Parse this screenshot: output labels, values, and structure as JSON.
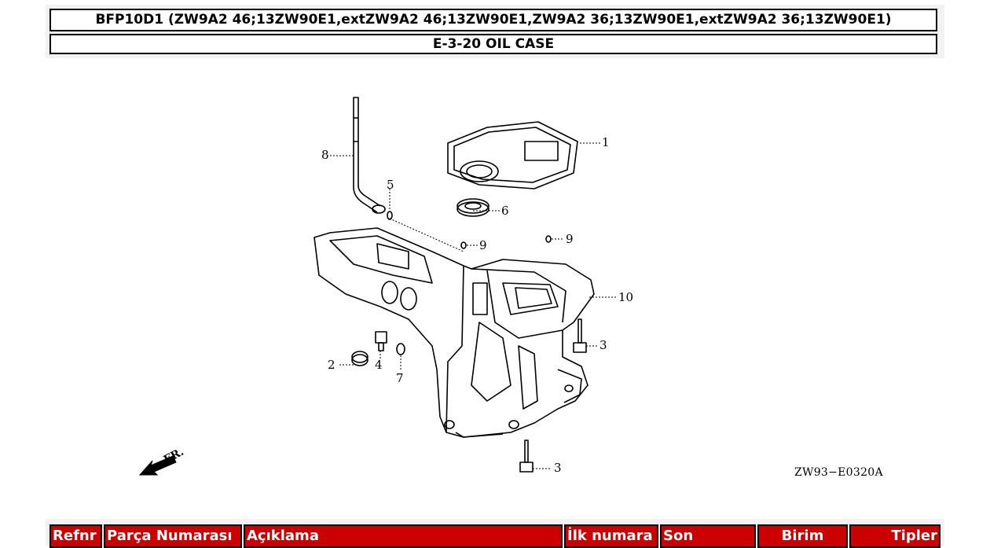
{
  "header": {
    "model_line": "BFP10D1 (ZW9A2 46;13ZW90E1,extZW9A2 46;13ZW90E1,ZW9A2 36;13ZW90E1,extZW9A2 36;13ZW90E1)",
    "section_title": "E-3-20 OIL CASE"
  },
  "diagram": {
    "diagram_code": "ZW93−E0320A",
    "front_marker": "FR.",
    "callouts": [
      "1",
      "2",
      "3",
      "3",
      "4",
      "5",
      "6",
      "7",
      "8",
      "9",
      "9",
      "10"
    ]
  },
  "parts_table": {
    "columns": [
      "Refnr",
      "Parça Numarası",
      "Açıklama",
      "İlk numara",
      "Son",
      "Birim",
      "Tipler"
    ]
  }
}
